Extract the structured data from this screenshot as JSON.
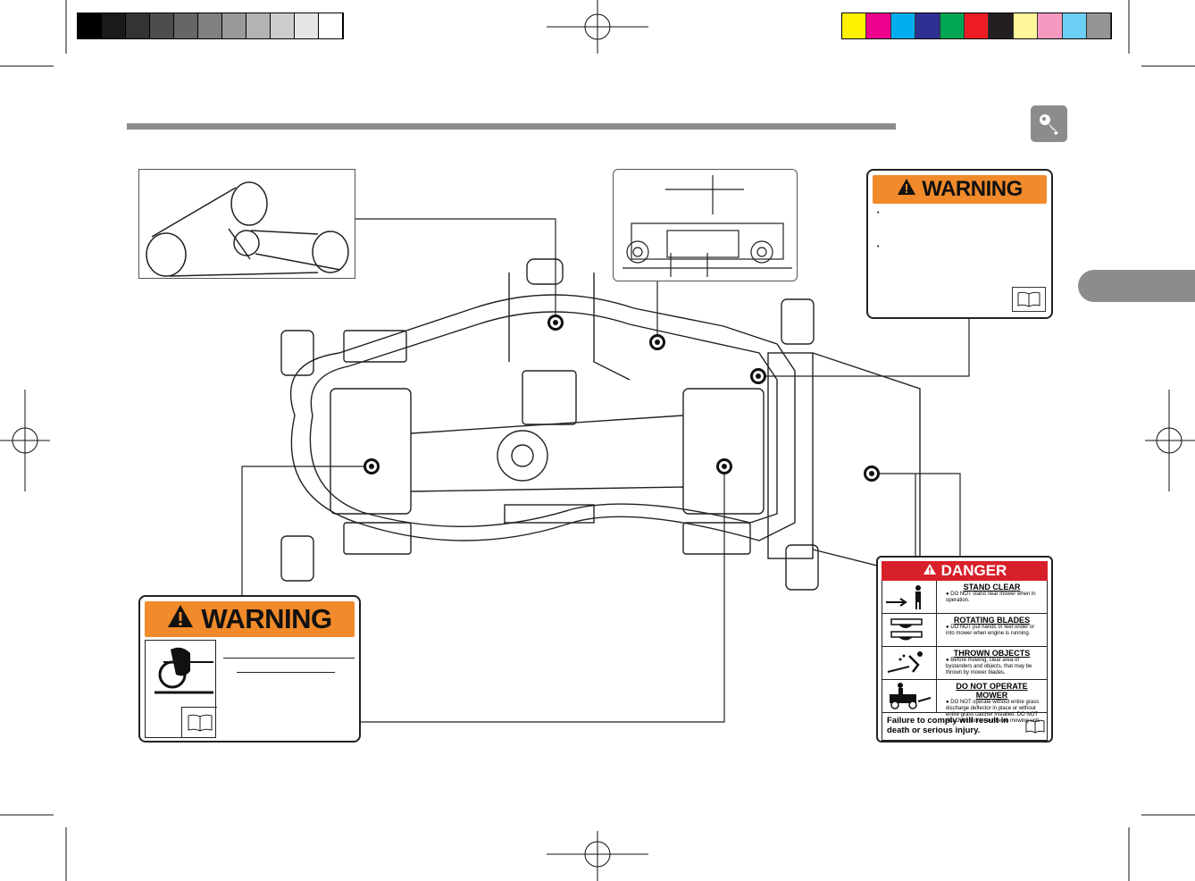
{
  "print_marks": {
    "gray_swatches": [
      "#000000",
      "#1a1a1a",
      "#333333",
      "#4d4d4d",
      "#666666",
      "#808080",
      "#999999",
      "#b3b3b3",
      "#cccccc",
      "#e6e6e6",
      "#ffffff"
    ],
    "color_swatches": [
      "#fff200",
      "#ec008c",
      "#00aeef",
      "#2e3192",
      "#00a651",
      "#ed1c24",
      "#231f20",
      "#fff799",
      "#f49ac1",
      "#6dcff6",
      "#959595"
    ]
  },
  "header": {
    "rule_color": "#8c8c8c",
    "icon": "key-icon"
  },
  "side_tab": {
    "icon": "chapter-tab",
    "color": "#8c8c8c"
  },
  "decals": {
    "warning_top": {
      "title": "WARNING",
      "icon": "warning-triangle-icon",
      "book_icon": "manual-book-icon"
    },
    "warning_bottom": {
      "title": "WARNING",
      "icon": "warning-triangle-icon",
      "pictogram": "hand-in-belt-icon",
      "book_icon": "manual-book-icon"
    },
    "danger": {
      "title": "DANGER",
      "icon": "warning-triangle-icon",
      "rows": [
        {
          "heading": "STAND CLEAR",
          "body": "● DO NOT stand near mower when in operation.",
          "pictogram": "bystander-icon"
        },
        {
          "heading": "ROTATING BLADES",
          "body": "● DO NOT put hands or feet under or into mower when engine is running.",
          "pictogram": "blade-hand-icon"
        },
        {
          "heading": "THROWN OBJECTS",
          "body": "● Before mowing, clear area of bystanders and objects, that may be thrown by mower blades.",
          "pictogram": "thrown-object-icon"
        },
        {
          "heading": "DO NOT OPERATE MOWER",
          "body": "● DO NOT operate without entire grass discharge deflector in place or without entire grass catcher installed. DO NOT ALLOW children to ride on mowing unit.",
          "pictogram": "rider-icon"
        }
      ],
      "footer": "Failure to comply will result in death or serious injury.",
      "book_icon": "manual-book-icon"
    }
  },
  "illustrations": {
    "belt_routing": "belt-routing-diagram",
    "deck_level": "deck-level-diagram",
    "mower_deck": "mower-deck-drawing"
  }
}
